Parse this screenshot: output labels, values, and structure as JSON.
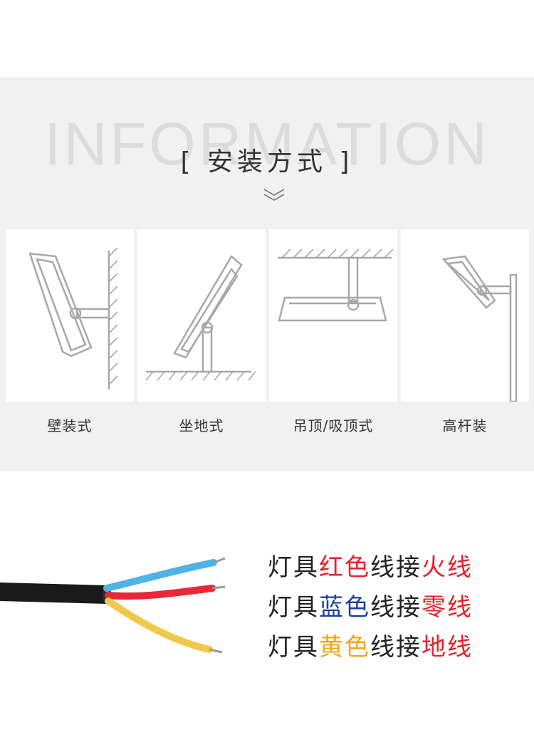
{
  "header": {
    "watermark": "INFORMATION",
    "title": "[ 安装方式 ]",
    "chevron_icon": "double-chevron-down-icon"
  },
  "install_methods": [
    {
      "label": "壁装式",
      "icon": "wall-mount-icon"
    },
    {
      "label": "坐地式",
      "icon": "floor-mount-icon"
    },
    {
      "label": "吊顶/吸顶式",
      "icon": "ceiling-mount-icon"
    },
    {
      "label": "高杆装",
      "icon": "pole-mount-icon"
    }
  ],
  "wiring": {
    "cable_icon": "three-core-cable-icon",
    "lines": [
      {
        "prefix": "灯具",
        "color_word": "红色",
        "middle": "线接",
        "target": "火线"
      },
      {
        "prefix": "灯具",
        "color_word": "蓝色",
        "middle": "线接",
        "target": "零线"
      },
      {
        "prefix": "灯具",
        "color_word": "黄色",
        "middle": "线接",
        "target": "地线"
      }
    ]
  },
  "colors": {
    "panel_bg": "#f1f1f1",
    "drawing": "#a8a8a8",
    "text_dark": "#222222",
    "red": "#e3222b",
    "blue": "#1d3f9e",
    "yellow": "#f1a61a",
    "wire_blue": "#4fb3e4",
    "wire_red": "#e8283a",
    "wire_yellow": "#f2c84b"
  }
}
